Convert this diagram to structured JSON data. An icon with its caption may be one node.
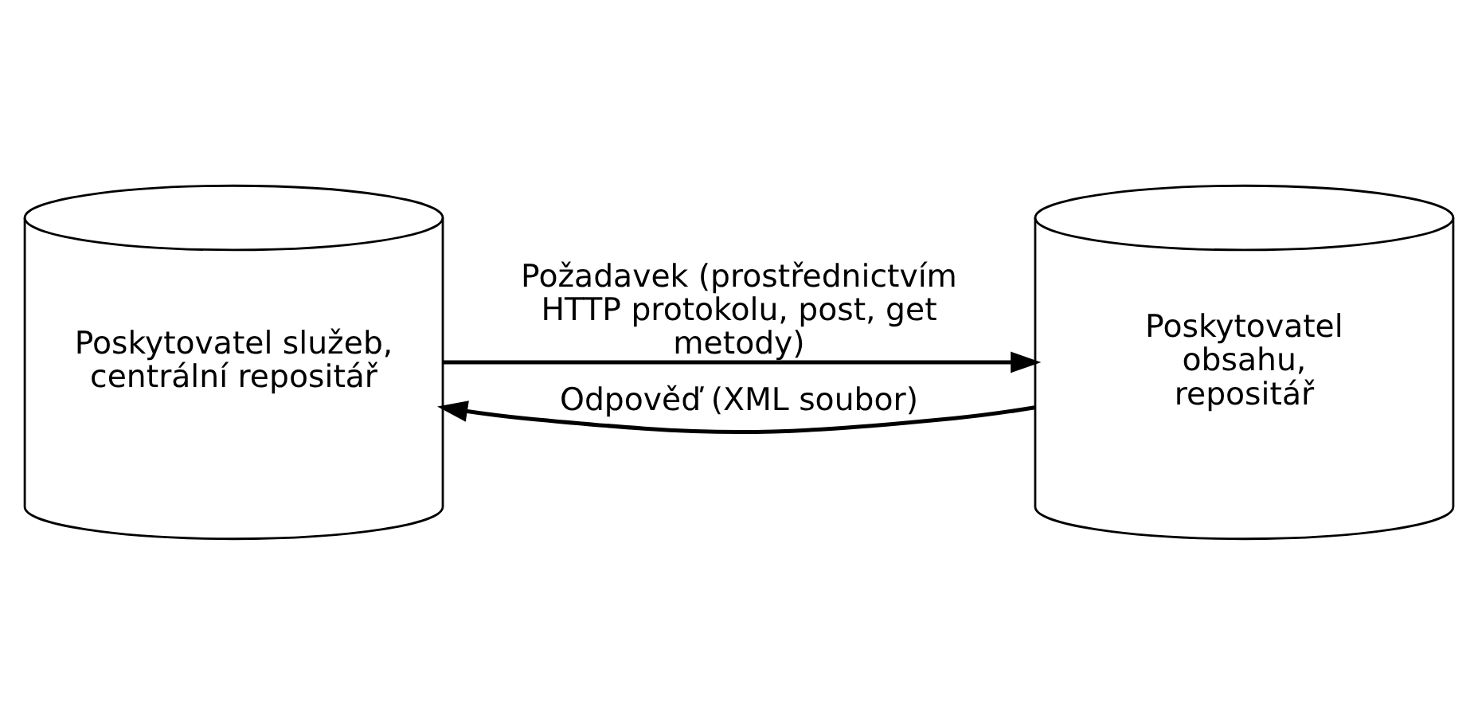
{
  "diagram": {
    "nodes": [
      {
        "text": [
          "Poskytovatel služeb, centrální repositář"
        ]
      },
      {
        "text": [
          "Poskytovatel obsahu, repositář"
        ]
      }
    ],
    "edges": [
      {
        "from": 0,
        "to": 1,
        "arrow": "to",
        "label": "Požadavek (prostřednictvím HTTP protokolu, post, get metody)"
      },
      {
        "from": 1,
        "to": 0,
        "arrow": "to",
        "label": "Odpověď (XML soubor)"
      }
    ]
  }
}
